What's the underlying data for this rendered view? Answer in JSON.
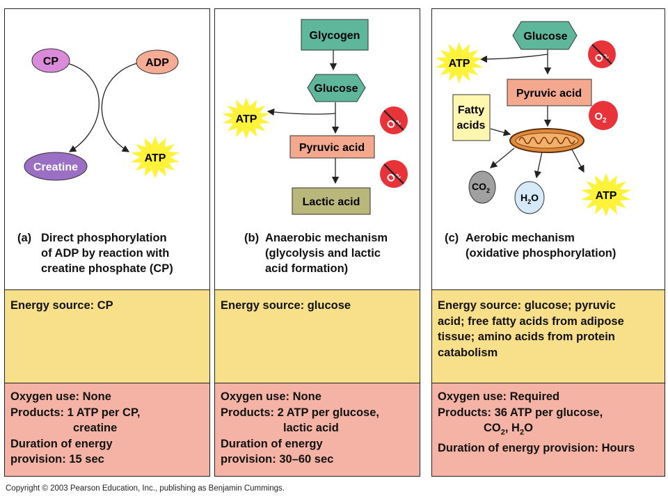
{
  "panel_a": {
    "nodes": {
      "cp": "CP",
      "adp": "ADP",
      "creatine": "Creatine",
      "atp": "ATP"
    },
    "caption_letter": "(a)",
    "caption_lines": [
      "Direct phosphorylation",
      "of ADP by reaction with",
      "creatine phosphate (CP)"
    ],
    "energy_source": "Energy source: CP",
    "oxygen_use": "Oxygen use: None",
    "products_line1": "Products: 1 ATP per CP,",
    "products_line2": "creatine",
    "duration_line1": "Duration of energy",
    "duration_line2": "provision: 15 sec"
  },
  "panel_b": {
    "nodes": {
      "glycogen": "Glycogen",
      "glucose": "Glucose",
      "atp": "ATP",
      "pyruvic": "Pyruvic acid",
      "lactic": "Lactic acid",
      "o2": "O",
      "o2_sub": "2"
    },
    "caption_letter": "(b)",
    "caption_lines": [
      "Anaerobic mechanism",
      "(glycolysis and lactic",
      "acid formation)"
    ],
    "energy_source": "Energy source: glucose",
    "oxygen_use": "Oxygen use: None",
    "products_line1": "Products: 2 ATP per glucose,",
    "products_line2": "lactic acid",
    "duration_line1": "Duration of energy",
    "duration_line2": "provision: 30–60 sec"
  },
  "panel_c": {
    "nodes": {
      "glucose": "Glucose",
      "atp_top": "ATP",
      "pyruvic": "Pyruvic acid",
      "fatty_line1": "Fatty",
      "fatty_line2": "acids",
      "o2": "O",
      "o2_sub": "2",
      "co2": "CO",
      "co2_sub": "2",
      "h2o_h": "H",
      "h2o_sub": "2",
      "h2o_o": "O",
      "atp_bottom": "ATP"
    },
    "caption_letter": "(c)",
    "caption_lines": [
      "Aerobic mechanism",
      "(oxidative phosphorylation)"
    ],
    "energy_lines": [
      "Energy source: glucose; pyruvic",
      "acid; free fatty acids from adipose",
      "tissue; amino acids from protein",
      "catabolism"
    ],
    "oxygen_use": "Oxygen use: Required",
    "products_line1": "Products: 36 ATP per glucose,",
    "products_co": "CO",
    "products_sub1": "2",
    "products_mid": ", H",
    "products_sub2": "2",
    "products_o": "O",
    "duration": "Duration of energy provision: Hours"
  },
  "colors": {
    "energy_bg": "#f8e08a",
    "oxygen_bg": "#f4b3a4",
    "glucose_teal": "#5fb79b",
    "pyruvic_salmon": "#f4a98e",
    "lactic_olive": "#b9b87a",
    "atp_yellow": "#fff23a",
    "o2_red": "#e8333a",
    "creatine_purple": "#9b6fc4",
    "cp_pink": "#d98ad8",
    "adp_salmon": "#f6ab95",
    "mito_orange": "#e08a3a"
  },
  "copyright": "Copyright © 2003 Pearson Education, Inc., publishing as Benjamin Cummings."
}
